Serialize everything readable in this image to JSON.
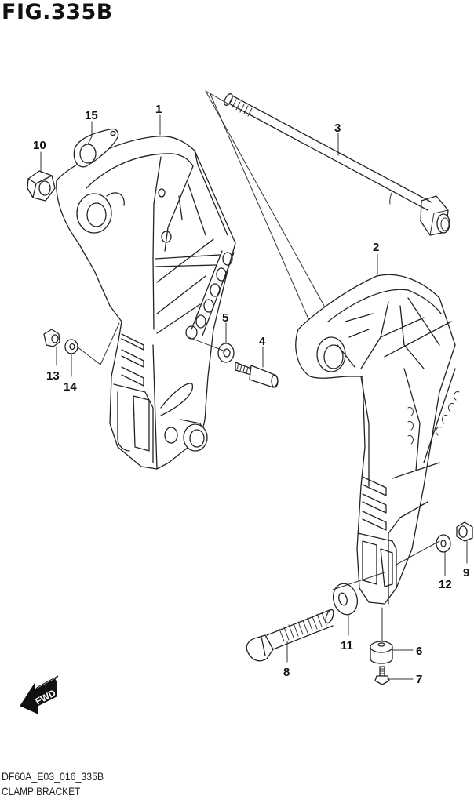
{
  "figure": {
    "title": "FIG.335B",
    "diagram_code": "DF60A_E03_016_335B",
    "diagram_name": "CLAMP BRACKET"
  },
  "direction_indicator": {
    "label": "FWD",
    "icon": "arrow-left-down-icon"
  },
  "callouts": [
    {
      "number": "1",
      "part": "clamp-bracket-left"
    },
    {
      "number": "2",
      "part": "clamp-bracket-right"
    },
    {
      "number": "3",
      "part": "long-bolt"
    },
    {
      "number": "4",
      "part": "pin"
    },
    {
      "number": "5",
      "part": "washer"
    },
    {
      "number": "6",
      "part": "bushing"
    },
    {
      "number": "7",
      "part": "small-bolt"
    },
    {
      "number": "8",
      "part": "bolt"
    },
    {
      "number": "9",
      "part": "nut"
    },
    {
      "number": "10",
      "part": "nut"
    },
    {
      "number": "11",
      "part": "washer"
    },
    {
      "number": "12",
      "part": "washer"
    },
    {
      "number": "13",
      "part": "nut"
    },
    {
      "number": "14",
      "part": "washer"
    },
    {
      "number": "15",
      "part": "plate"
    }
  ],
  "colors": {
    "line": "#222222",
    "background": "#ffffff"
  }
}
